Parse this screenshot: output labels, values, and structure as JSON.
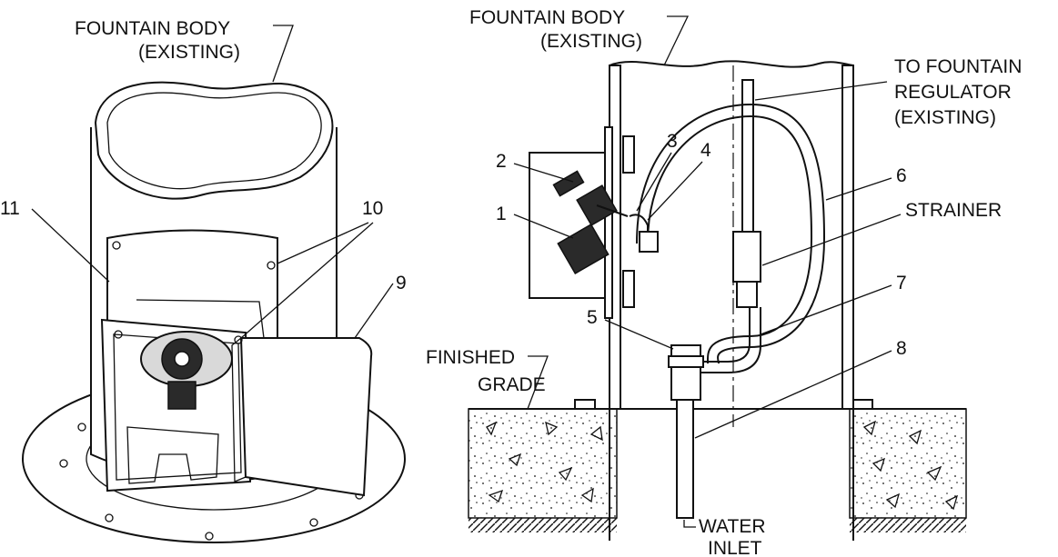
{
  "left_view": {
    "callouts": {
      "fountain_body_line1": "FOUNTAIN BODY",
      "fountain_body_line2": "(EXISTING)",
      "c11": "11",
      "c10": "10",
      "c9": "9"
    }
  },
  "right_view": {
    "callouts": {
      "fountain_body_line1": "FOUNTAIN BODY",
      "fountain_body_line2": "(EXISTING)",
      "regulator_line1": "TO FOUNTAIN",
      "regulator_line2": "REGULATOR",
      "regulator_line3": "(EXISTING)",
      "c1": "1",
      "c2": "2",
      "c3": "3",
      "c4": "4",
      "c5": "5",
      "c6": "6",
      "c7": "7",
      "c8": "8",
      "strainer": "STRAINER",
      "finished_grade_line1": "FINISHED",
      "finished_grade_line2": "GRADE",
      "water_inlet_line1": "WATER",
      "water_inlet_line2": "INLET"
    }
  }
}
